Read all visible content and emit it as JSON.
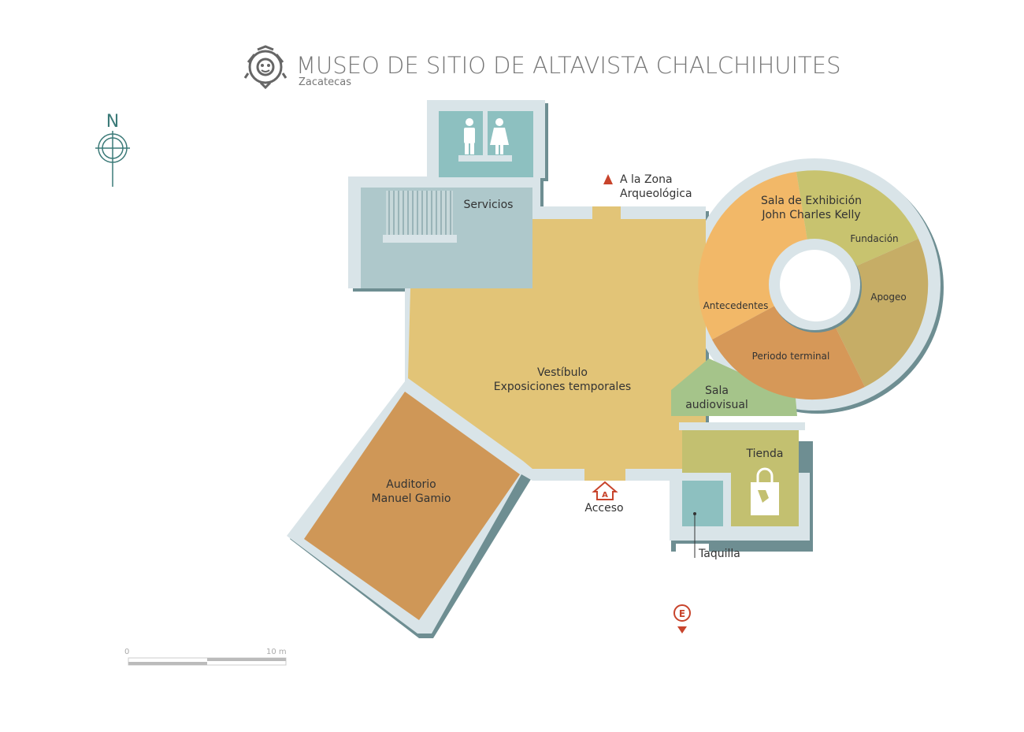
{
  "header": {
    "title": "MUSEO DE SITIO DE ALTAVISTA CHALCHIHUITES",
    "subtitle": "Zacatecas"
  },
  "compass": {
    "label": "N"
  },
  "scale_bar": {
    "start_label": "0",
    "end_label": "10 m"
  },
  "rooms": {
    "servicios": "Servicios",
    "vestibulo_line1": "Vestíbulo",
    "vestibulo_line2": "Exposiciones temporales",
    "auditorio_line1": "Auditorio",
    "auditorio_line2": "Manuel Gamio",
    "sala_exhibicion_line1": "Sala de Exhibición",
    "sala_exhibicion_line2": "John Charles Kelly",
    "fundacion": "Fundación",
    "apogeo": "Apogeo",
    "antecedentes": "Antecedentes",
    "periodo_terminal": "Periodo terminal",
    "sala_audiovisual_line1": "Sala",
    "sala_audiovisual_line2": "audiovisual",
    "tienda": "Tienda",
    "taquilla": "Taquilla"
  },
  "markers": {
    "zona_line1": "A la Zona",
    "zona_line2": "Arqueológica",
    "acceso": "Acceso",
    "acceso_symbol": "A",
    "exit_symbol": "E"
  },
  "icons": {
    "museum_logo": "museum-logo-icon",
    "restroom_male": "male-restroom-icon",
    "restroom_female": "female-restroom-icon",
    "shop": "shopping-bag-icon",
    "north_arrow": "compass-icon"
  },
  "colors": {
    "wall": "#d9e4e8",
    "wall_shadow": "#6e8e92",
    "vestibulo": "#e2c477",
    "auditorio": "#cf9757",
    "servicios": "#aec8cb",
    "restroom": "#8dc0c0",
    "antecedentes": "#f2b868",
    "fundacion": "#c8c36f",
    "apogeo": "#c6ad66",
    "periodo_terminal": "#d69858",
    "audiovisual": "#a5c48a",
    "tienda": "#c3c070",
    "taquilla": "#8dc0c0",
    "marker": "#c8442c",
    "teal": "#3b7a78",
    "title": "#777777"
  }
}
